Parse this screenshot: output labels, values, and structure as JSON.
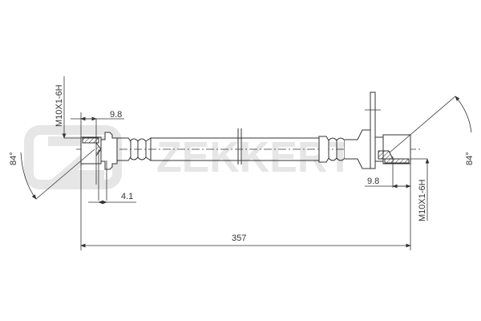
{
  "watermark": {
    "text": "ZEKKERT",
    "color": "#e6e6e6"
  },
  "labels": {
    "thread_left": "M10X1-6H",
    "thread_right": "M10X1-6H",
    "length_left": "9.8",
    "length_right": "9.8",
    "offset_left": "4.1",
    "angle_left": "84°",
    "angle_right": "84°",
    "overall_length": "357"
  },
  "colors": {
    "line": "#333333"
  }
}
